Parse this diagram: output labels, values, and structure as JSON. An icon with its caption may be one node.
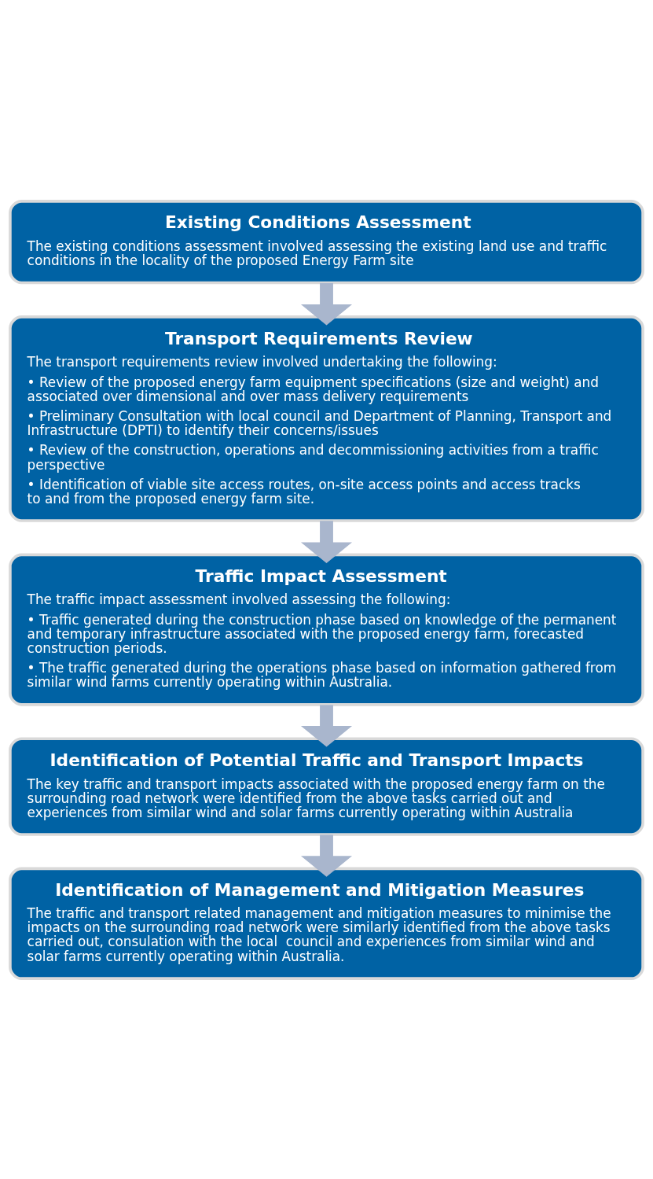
{
  "diagram": {
    "nodes": [
      {
        "text": [
          "Existing Conditions Assessment",
          "The existing conditions assessment involved assessing the existing land use and traffic conditions in the locality of the proposed Energy Farm site"
        ]
      },
      {
        "text": [
          "Transport Requirements Review",
          "The transport requirements review involved undertaking the following:",
          "• Review of the proposed energy farm equipment specifications (size and weight) and associated over dimensional and over mass delivery requirements",
          "• Preliminary Consultation with local council and Department of Planning, Transport and Infrastructure (DPTI) to identify their concerns/issues",
          "• Review of the construction, operations and decommissioning activities from a traffic perspective",
          "• Identification of viable site access routes, on-site access points and access tracks to and from the proposed energy farm site."
        ]
      },
      {
        "text": [
          "Traffic Impact Assessment",
          "The traffic impact assessment involved assessing the following:",
          "• Traffic generated during the construction phase based on knowledge of the permanent and temporary infrastructure associated with the proposed energy farm, forecasted construction periods.",
          "• The traffic generated during the operations phase based on information gathered from similar wind farms currently operating within Australia."
        ]
      },
      {
        "text": [
          "Identification of Potential Traffic and Transport Impacts",
          "The key traffic and transport impacts associated with the proposed energy farm on the surrounding road network were identified from the above tasks carried out and experiences from similar wind and solar farms currently operating within Australia"
        ]
      },
      {
        "text": [
          "Identification of Management and Mitigation Measures",
          "The traffic and transport related management and mitigation measures to minimise the impacts on the surrounding road network were similarly identified from the above tasks carried out, consulation with the local  council and experiences from similar wind and solar farms currently operating within Australia."
        ]
      }
    ],
    "edges": [
      {
        "from": 0,
        "to": 1,
        "arrow": "to"
      },
      {
        "from": 1,
        "to": 2,
        "arrow": "to"
      },
      {
        "from": 2,
        "to": 3,
        "arrow": "to"
      },
      {
        "from": 3,
        "to": 4,
        "arrow": "to"
      }
    ]
  }
}
